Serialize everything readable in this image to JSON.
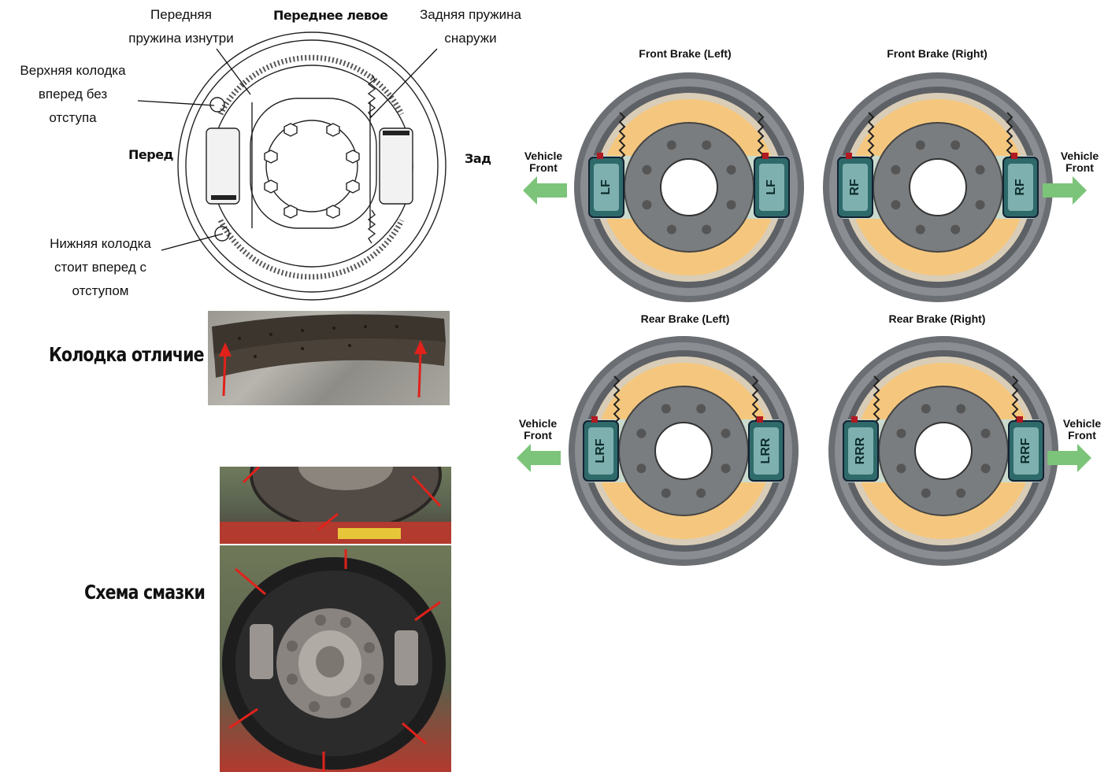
{
  "schematic": {
    "title": "Переднее левое",
    "front_label": "Перед",
    "rear_label": "Зад",
    "callouts": {
      "front_spring": [
        "Передняя",
        "пружина изнутри"
      ],
      "rear_spring": [
        "Задняя пружина",
        "снаружи"
      ],
      "upper_shoe": [
        "Верхняя колодка",
        "вперед без",
        "отступа"
      ],
      "lower_shoe": [
        "Нижняя колодка",
        "стоит вперед с",
        "отступом"
      ]
    }
  },
  "shoe_photo": {
    "caption": "Колодка отличие"
  },
  "lube_photo": {
    "caption": "Схема смазки"
  },
  "brake_diagrams": {
    "vehicle_front_label": [
      "Vehicle",
      "Front"
    ],
    "colors": {
      "arrow": "#7cc47a",
      "shoe": "#f5c77e",
      "drum": "#6b6e72",
      "cylinder": "#2f6a6a"
    },
    "diagrams": [
      {
        "title": "Front Brake (Left)",
        "left_cyl": "LF",
        "right_cyl": "LF",
        "arrow": "left"
      },
      {
        "title": "Front Brake (Right)",
        "left_cyl": "RF",
        "right_cyl": "RF",
        "arrow": "right"
      },
      {
        "title": "Rear Brake (Left)",
        "left_cyl": "LRF",
        "right_cyl": "LRR",
        "arrow": "left"
      },
      {
        "title": "Rear Brake (Right)",
        "left_cyl": "RRR",
        "right_cyl": "RRF",
        "arrow": "right"
      }
    ]
  }
}
